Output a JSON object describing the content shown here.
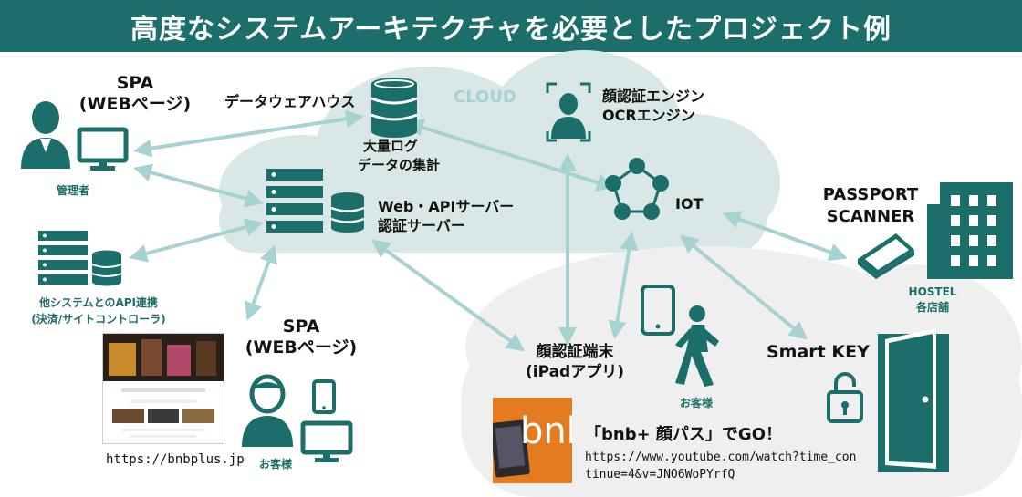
{
  "title": "高度なシステムアーキテクチャを必要としたプロジェクト例",
  "cloud_label": "CLOUD",
  "spa_admin": {
    "title_line1": "SPA",
    "title_line2": "(WEBページ)",
    "caption": "管理者"
  },
  "warehouse": {
    "label": "データウェアハウス",
    "caption_line1": "大量ログ",
    "caption_line2": "データの集計"
  },
  "face_engine": {
    "line1": "顔認証エンジン",
    "line2": "OCRエンジン"
  },
  "iot": {
    "label": "IOT"
  },
  "web_api": {
    "line1": "Web・APIサーバー",
    "line2": "認証サーバー"
  },
  "other_systems": {
    "line1": "他システムとのAPI連携",
    "line2": "(決済/サイトコントローラ)"
  },
  "passport": {
    "line1": "PASSPORT",
    "line2": "SCANNER"
  },
  "hostel": {
    "line1": "HOSTEL",
    "line2": "各店舗"
  },
  "spa_guest": {
    "title_line1": "SPA",
    "title_line2": "(WEBページ)",
    "caption": "お客様"
  },
  "face_terminal": {
    "line1": "顔認証端末",
    "line2": "(iPadアプリ)"
  },
  "guest_walk": {
    "caption": "お客様"
  },
  "smart_key": {
    "label": "Smart KEY"
  },
  "bnbplus_url": "https://bnbplus.jp",
  "video": {
    "thumb_text": "bnb",
    "title": "「bnb+ 顔パス」でGO！",
    "url_line1": "https://www.youtube.com/watch?time_con",
    "url_line2": "tinue=4&v=JNO6WoPYrfQ"
  },
  "colors": {
    "teal": "#1b6e69",
    "cloud": "#d9e8e7",
    "lower_cloud": "#efefef",
    "arrow": "#a6d2d1",
    "orange": "#f07a1a"
  }
}
